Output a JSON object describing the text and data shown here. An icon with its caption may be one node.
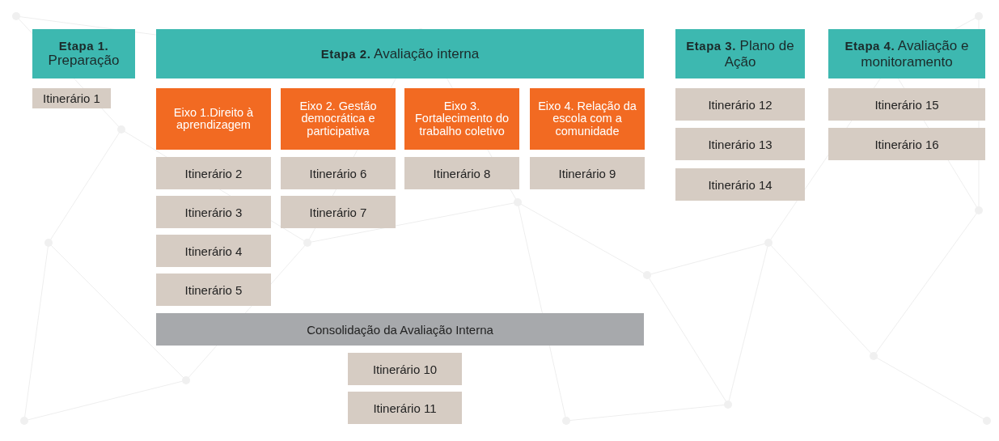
{
  "diagram": {
    "nodes": [
      {
        "text": [
          "**Etapa 1.** Preparação"
        ]
      },
      {
        "text": [
          "Itinerário 1"
        ]
      },
      {
        "text": [
          "**Etapa 2.** Avaliação interna"
        ]
      },
      {
        "text": [
          "Eixo 1.Direito à aprendizagem"
        ]
      },
      {
        "text": [
          "Eixo 2. Gestão democrática e participativa"
        ]
      },
      {
        "text": [
          "Eixo 3. Fortalecimento do trabalho coletivo"
        ]
      },
      {
        "text": [
          "Eixo 4. Relação da escola com a comunidade"
        ]
      },
      {
        "text": [
          "Itinerário 2"
        ]
      },
      {
        "text": [
          "Itinerário 3"
        ]
      },
      {
        "text": [
          "Itinerário 4"
        ]
      },
      {
        "text": [
          "Itinerário 5"
        ]
      },
      {
        "text": [
          "Itinerário 6"
        ]
      },
      {
        "text": [
          "Itinerário 7"
        ]
      },
      {
        "text": [
          "Itinerário 8"
        ]
      },
      {
        "text": [
          "Itinerário 9"
        ]
      },
      {
        "text": [
          "Consolidação da Avaliação Interna"
        ]
      },
      {
        "text": [
          "Itinerário 10"
        ]
      },
      {
        "text": [
          "Itinerário 11"
        ]
      },
      {
        "text": [
          "**Etapa 3.** Plano de Ação"
        ]
      },
      {
        "text": [
          "Itinerário 12"
        ]
      },
      {
        "text": [
          "Itinerário 13"
        ]
      },
      {
        "text": [
          "Itinerário 14"
        ]
      },
      {
        "text": [
          "**Etapa 4.** Avaliação e monitoramento"
        ]
      },
      {
        "text": [
          "Itinerário 15"
        ]
      },
      {
        "text": [
          "Itinerário 16"
        ]
      }
    ]
  }
}
